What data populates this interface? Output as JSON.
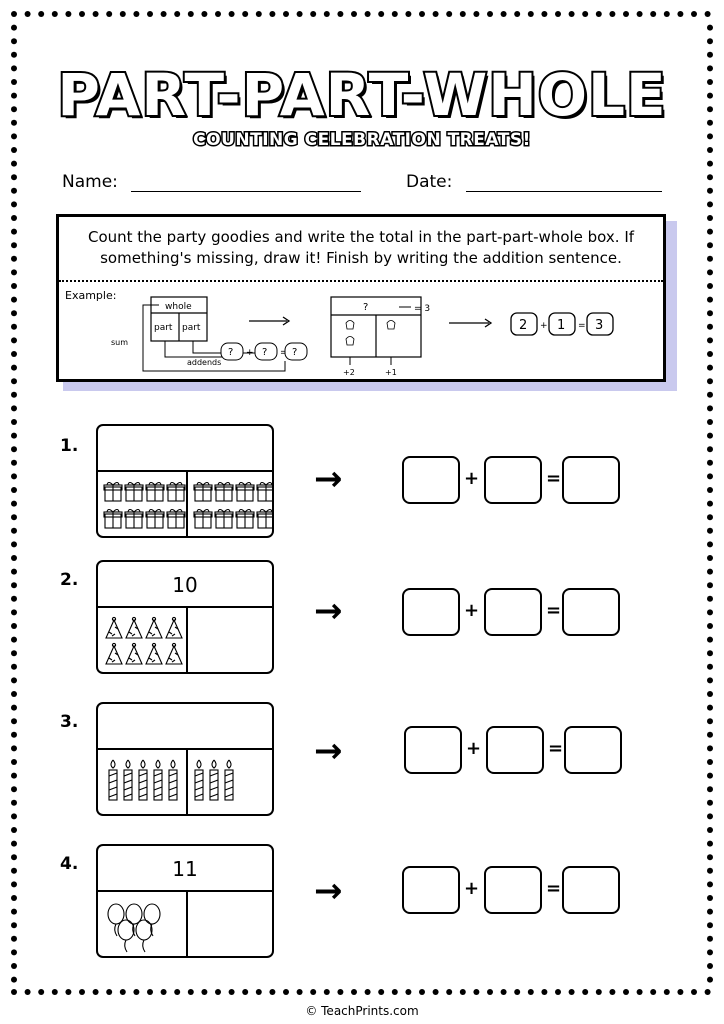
{
  "title": "PART-PART-WHOLE",
  "subtitle": "COUNTING CELEBRATION TREATS!",
  "name_label": "Name:",
  "date_label": "Date:",
  "instructions": "Count the party goodies and write the total in the part-part-whole box. If something's missing, draw it! Finish by writing the addition sentence.",
  "example": {
    "label": "Example:",
    "whole_label": "whole",
    "part_label": "part",
    "sum_label": "sum",
    "addends_label": "addends",
    "question": "?",
    "equals_3": "= 3",
    "plus2": "+2",
    "plus1": "+1",
    "eq": {
      "a": "2",
      "b": "1",
      "c": "3",
      "plus": "+",
      "equals": "="
    }
  },
  "problems": [
    {
      "number": "1.",
      "whole": "",
      "item": "gift",
      "left_count": 8,
      "right_count": 8
    },
    {
      "number": "2.",
      "whole": "10",
      "item": "party-hat",
      "left_count": 8,
      "right_count": 0
    },
    {
      "number": "3.",
      "whole": "",
      "item": "candle",
      "left_count": 5,
      "right_count": 3
    },
    {
      "number": "4.",
      "whole": "11",
      "item": "balloon",
      "left_count": 5,
      "right_count": 0
    }
  ],
  "arrow": "→",
  "plus": "+",
  "equals": "=",
  "footer": "© TeachPrints.com"
}
